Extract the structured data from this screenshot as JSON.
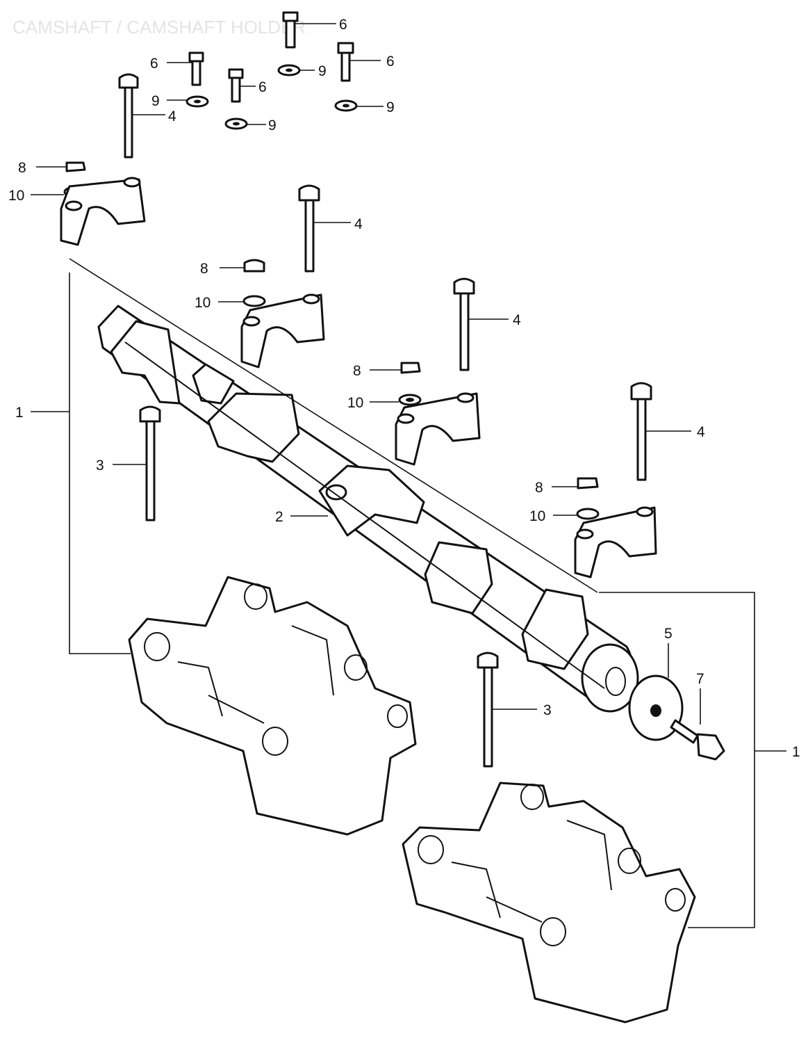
{
  "diagram": {
    "watermark": "CAMSHAFT / CAMSHAFT HOLDER",
    "callouts": {
      "c6a": "6",
      "c6b": "6",
      "c6c": "6",
      "c6d": "6",
      "c9a": "9",
      "c9b": "9",
      "c9c": "9",
      "c9d": "9",
      "c4a": "4",
      "c4b": "4",
      "c4c": "4",
      "c4d": "4",
      "c8a": "8",
      "c8b": "8",
      "c8c": "8",
      "c8d": "8",
      "c10a": "10",
      "c10b": "10",
      "c10c": "10",
      "c10d": "10",
      "c1a": "1",
      "c1b": "1",
      "c3a": "3",
      "c3b": "3",
      "c2": "2",
      "c5": "5",
      "c7": "7"
    }
  }
}
